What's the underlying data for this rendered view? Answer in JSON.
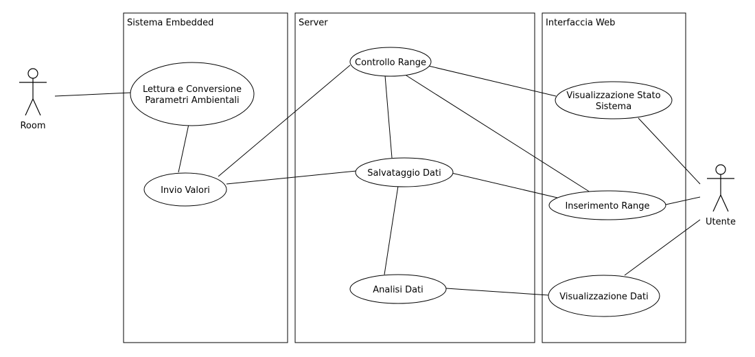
{
  "boundaries": [
    {
      "id": "embedded",
      "label": "Sistema Embedded"
    },
    {
      "id": "server",
      "label": "Server"
    },
    {
      "id": "web",
      "label": "Interfaccia Web"
    }
  ],
  "actors": [
    {
      "id": "room",
      "label": "Room"
    },
    {
      "id": "utente",
      "label": "Utente"
    }
  ],
  "use_cases": [
    {
      "id": "lettura",
      "lines": [
        "Lettura e Conversione",
        "Parametri Ambientali"
      ]
    },
    {
      "id": "invio",
      "lines": [
        "Invio Valori"
      ]
    },
    {
      "id": "controllo",
      "lines": [
        "Controllo Range"
      ]
    },
    {
      "id": "salvataggio",
      "lines": [
        "Salvataggio Dati"
      ]
    },
    {
      "id": "analisi",
      "lines": [
        "Analisi Dati"
      ]
    },
    {
      "id": "vis-stato",
      "lines": [
        "Visualizzazione Stato",
        "Sistema"
      ]
    },
    {
      "id": "inserimento",
      "lines": [
        "Inserimento Range"
      ]
    },
    {
      "id": "vis-dati",
      "lines": [
        "Visualizzazione Dati"
      ]
    }
  ],
  "associations": [
    [
      "room",
      "lettura"
    ],
    [
      "lettura",
      "invio"
    ],
    [
      "invio",
      "controllo"
    ],
    [
      "invio",
      "salvataggio"
    ],
    [
      "controllo",
      "salvataggio"
    ],
    [
      "controllo",
      "vis-stato"
    ],
    [
      "controllo",
      "inserimento"
    ],
    [
      "salvataggio",
      "inserimento"
    ],
    [
      "salvataggio",
      "analisi"
    ],
    [
      "analisi",
      "vis-dati"
    ],
    [
      "vis-stato",
      "utente"
    ],
    [
      "inserimento",
      "utente"
    ],
    [
      "vis-dati",
      "utente"
    ]
  ]
}
